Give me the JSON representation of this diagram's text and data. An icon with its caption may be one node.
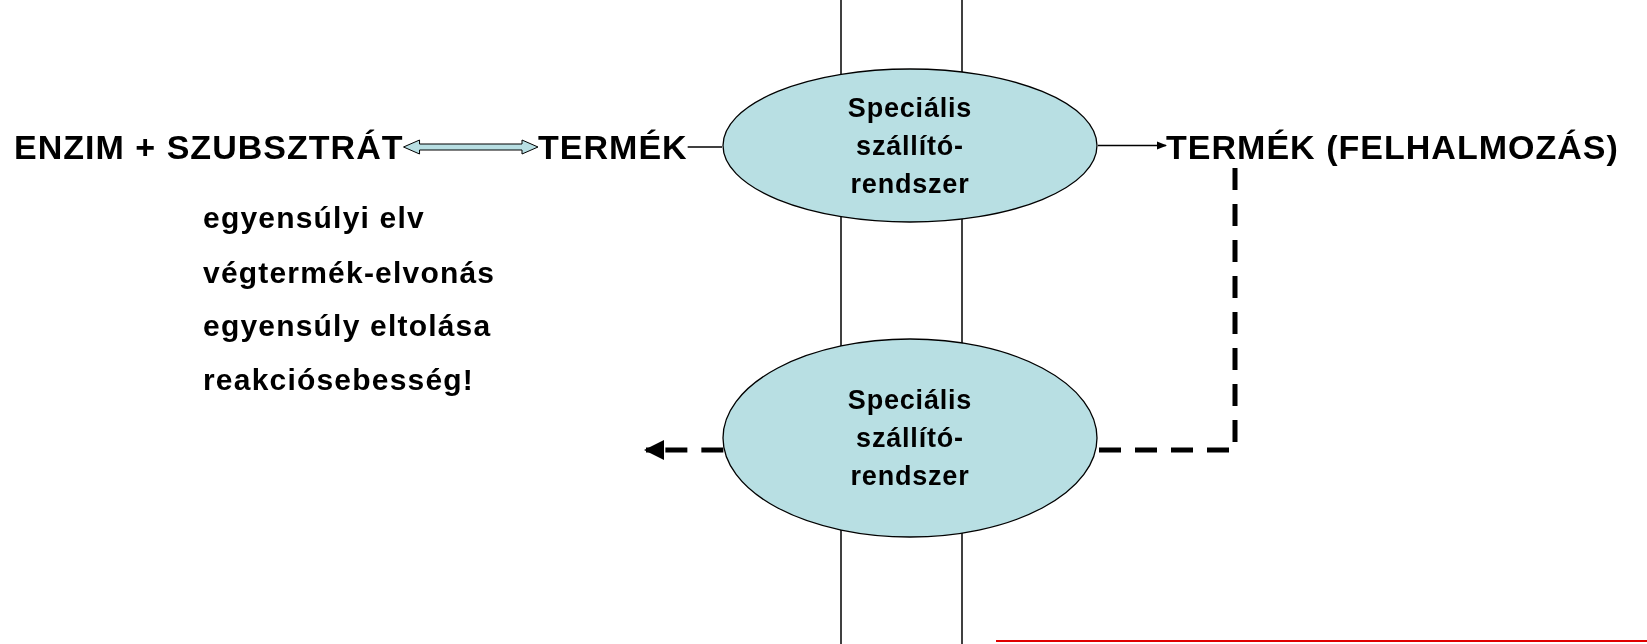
{
  "diagram": {
    "nodes": [
      {
        "text": [
          "ENZIM + SZUBSZTRÁT"
        ]
      },
      {
        "text": [
          "TERMÉK"
        ]
      },
      {
        "text": [
          "Speciális szállító- rendszer"
        ]
      },
      {
        "text": [
          "TERMÉK (FELHALMOZÁS)"
        ]
      },
      {
        "text": [
          "Speciális szállító- rendszer"
        ]
      }
    ],
    "edges": [
      {
        "from": 0,
        "to": 1,
        "arrow": "both",
        "color": "#b8dfe3"
      },
      {
        "from": 1,
        "to": 2,
        "arrow": "none"
      },
      {
        "from": 2,
        "to": 3,
        "arrow": "to"
      },
      {
        "from": 3,
        "to": 4,
        "arrow": "none",
        "style": "dashed"
      },
      {
        "from": 4,
        "to": null,
        "arrow": "to",
        "style": "dashed"
      }
    ],
    "labels": [
      "egyensúlyi elv",
      "végtermék-elvonás",
      "egyensúly eltolása",
      "reakciósebesség!"
    ]
  }
}
